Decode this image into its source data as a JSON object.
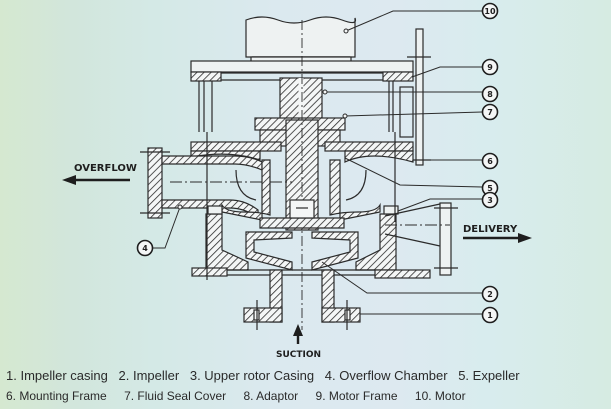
{
  "diagram": {
    "title": "Centrifugal pump assembly (sectional view)",
    "flow_labels": {
      "overflow": "OVERFLOW",
      "delivery": "DELIVERY",
      "suction": "SUCTION"
    },
    "callouts": [
      {
        "number": "1",
        "part": "Impeller casing"
      },
      {
        "number": "2",
        "part": "Impeller"
      },
      {
        "number": "3",
        "part": "Upper rotor Casing"
      },
      {
        "number": "4",
        "part": "Overflow Chamber"
      },
      {
        "number": "5",
        "part": "Expeller"
      },
      {
        "number": "6",
        "part": "Mounting Frame"
      },
      {
        "number": "7",
        "part": "Fluid Seal Cover"
      },
      {
        "number": "8",
        "part": "Adaptor"
      },
      {
        "number": "9",
        "part": "Motor Frame"
      },
      {
        "number": "10",
        "part": "Motor"
      }
    ],
    "colors": {
      "line": "#2b2b2b",
      "hatch": "#2b2b2b",
      "background": "#d8e9ec"
    }
  },
  "legend": {
    "line1": [
      "1. Impeller casing",
      "2. Impeller",
      "3. Upper rotor Casing",
      "4. Overflow Chamber",
      "5. Expeller"
    ],
    "line2": [
      "6. Mounting Frame",
      "7. Fluid Seal Cover",
      "8. Adaptor",
      "9. Motor Frame",
      "10. Motor"
    ]
  }
}
